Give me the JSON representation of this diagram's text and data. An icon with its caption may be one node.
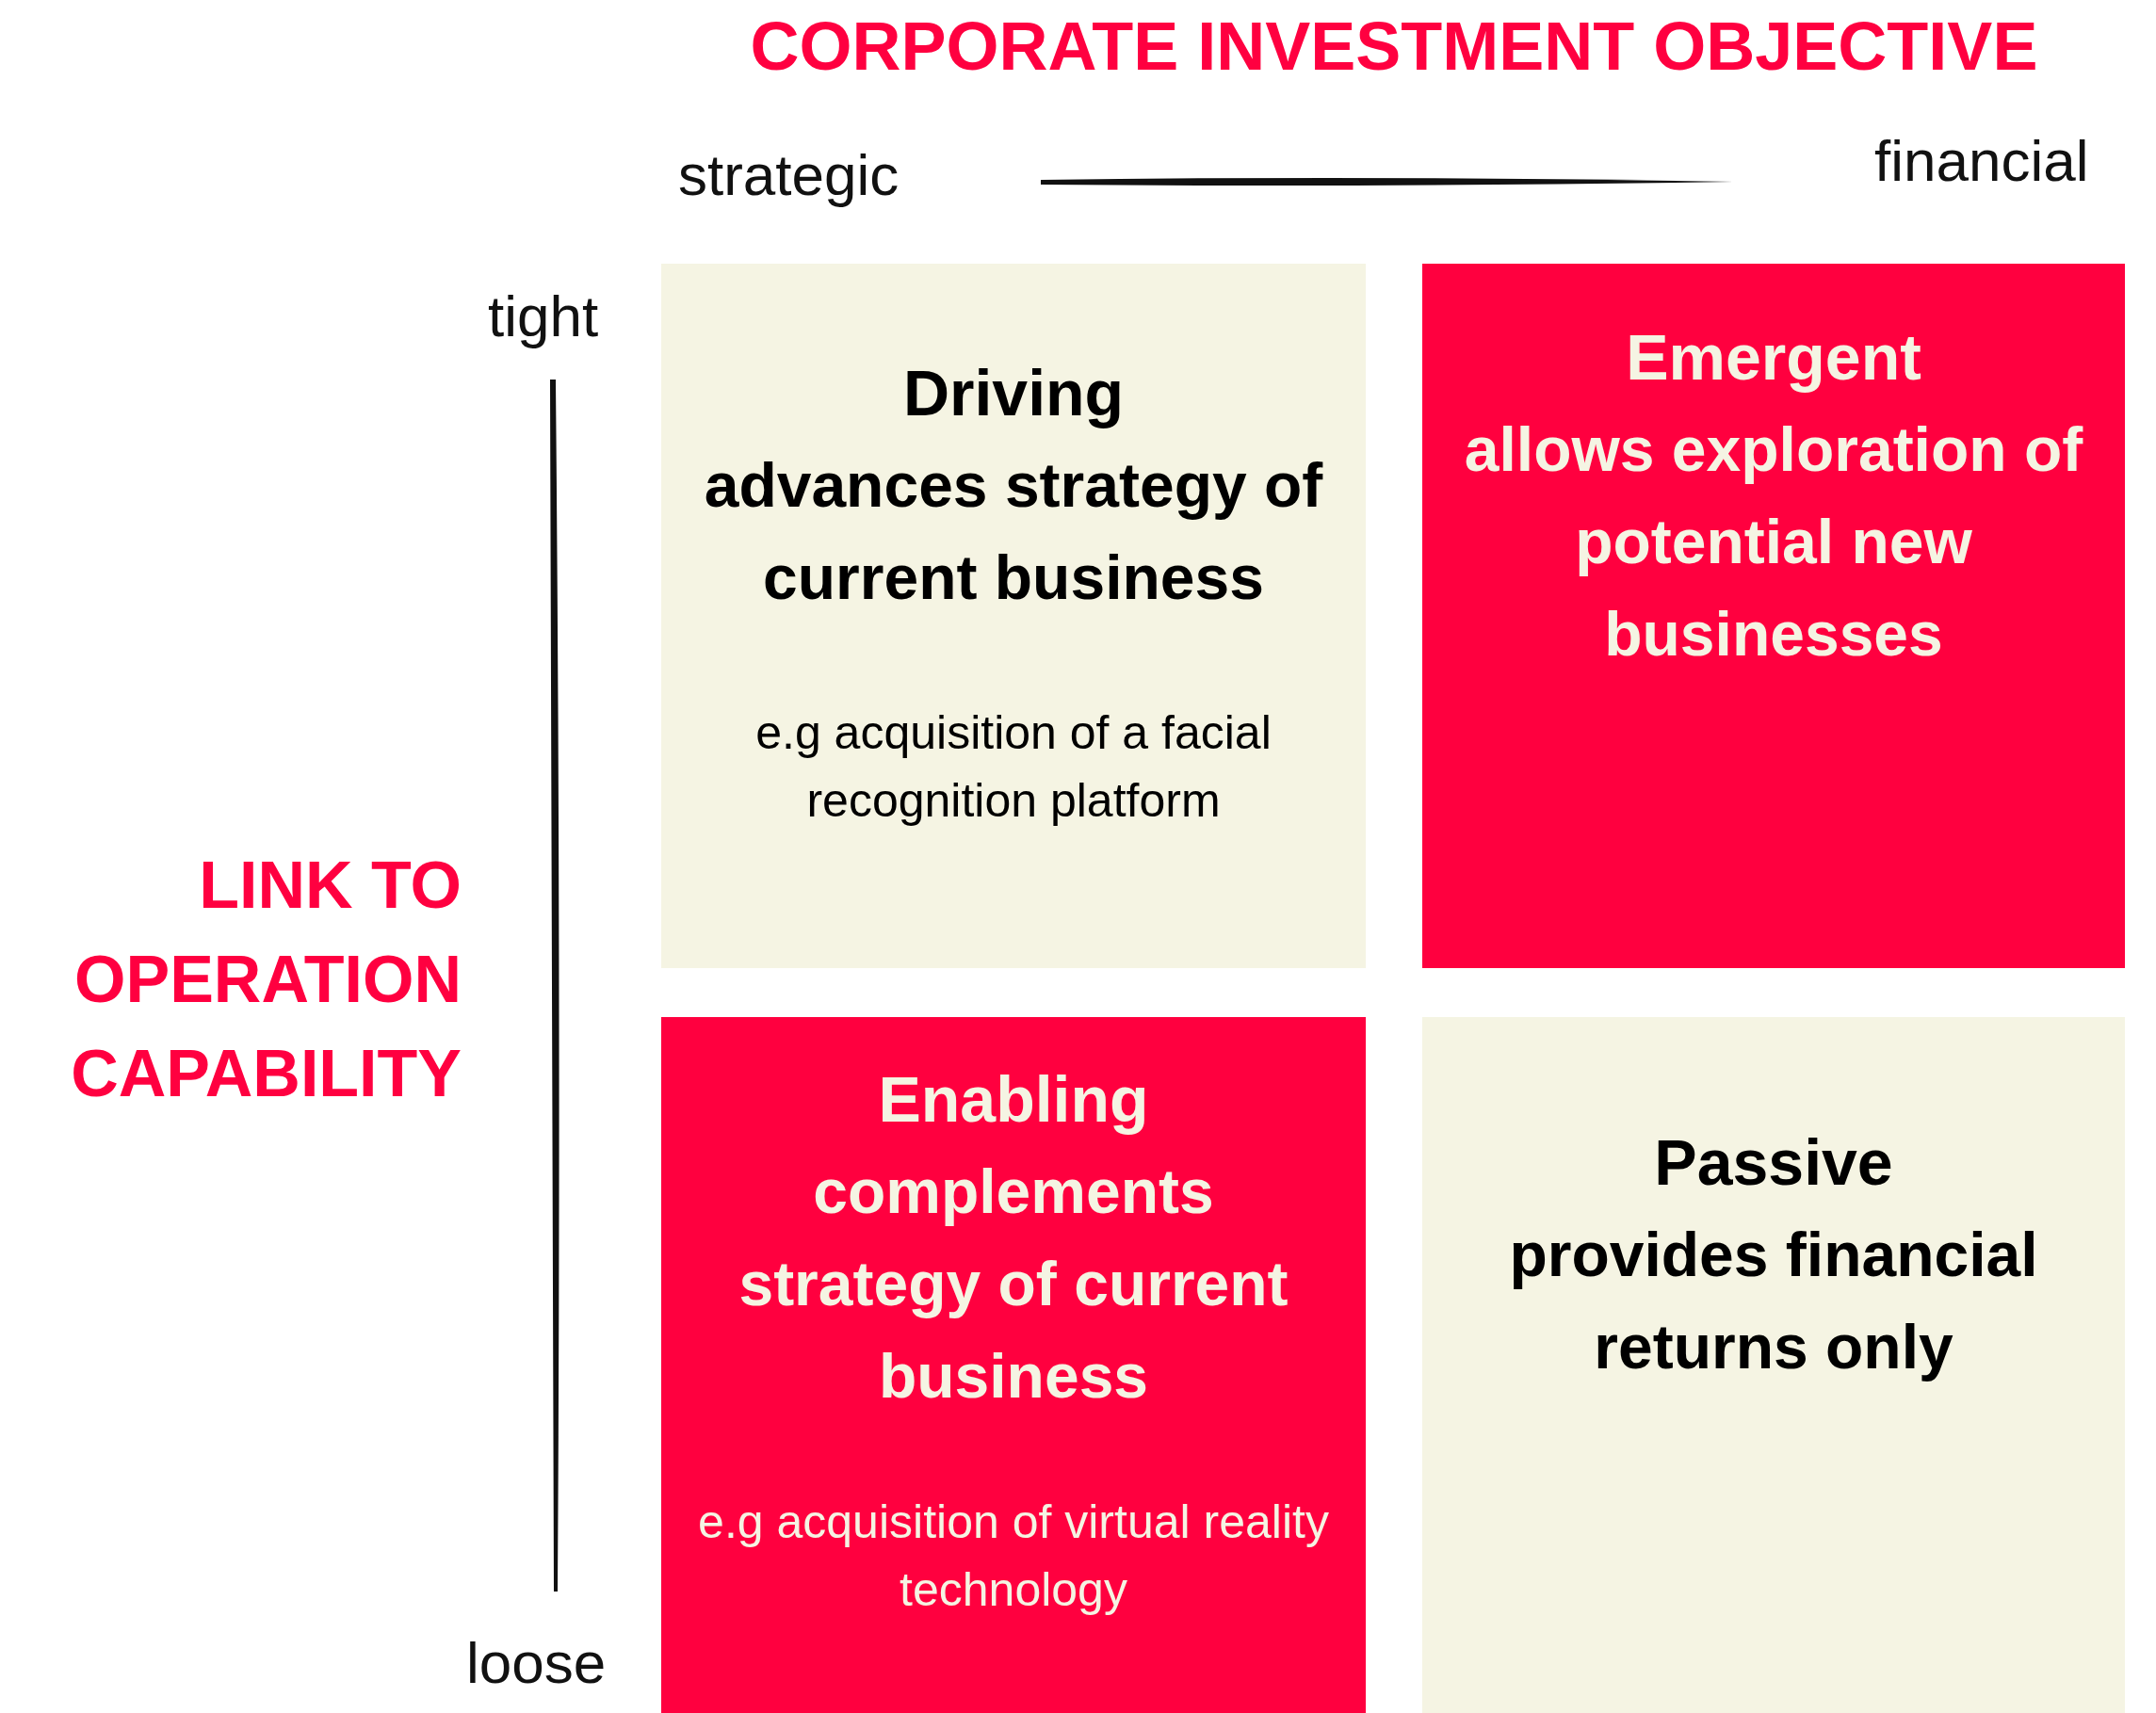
{
  "diagram": {
    "title": "CORPORATE INVESTMENT OBJECTIVE",
    "nodes": [
      {
        "text": [
          "Driving",
          "advances strategy of current business",
          "e.g acquisition of a facial recognition platform"
        ]
      },
      {
        "text": [
          "Emergent",
          "allows exploration of potential new businesses"
        ]
      },
      {
        "text": [
          "Enabling",
          "complements strategy of current business",
          "e.g acquisition of virtual reality technology"
        ]
      },
      {
        "text": [
          "Passive",
          "provides financial returns only"
        ]
      }
    ],
    "labels": [
      "strategic",
      "financial",
      "tight",
      "loose",
      "LINK TO OPERATION CAPABILITY"
    ]
  }
}
